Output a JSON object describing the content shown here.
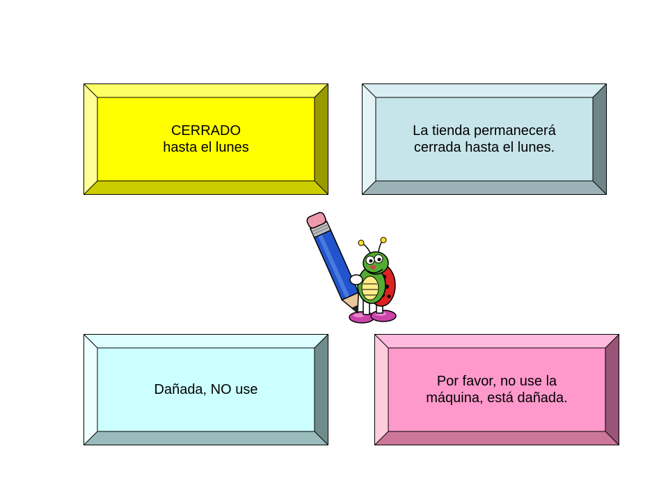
{
  "cards": [
    {
      "id": "closed-short",
      "lines": [
        "CERRADO",
        "hasta el lunes"
      ],
      "face": "#ffff00",
      "top": "#ffff66",
      "left": "#ffff99",
      "right": "#999900",
      "bottom": "#cccc00"
    },
    {
      "id": "closed-long",
      "lines": [
        "La tienda permanecerá",
        "cerrada hasta el lunes."
      ],
      "face": "#c6e5ea",
      "top": "#d8eef2",
      "left": "#e4f3f6",
      "right": "#6f8588",
      "bottom": "#9bb3b7"
    },
    {
      "id": "damaged-short",
      "lines": [
        "Dañada, NO use"
      ],
      "face": "#ccffff",
      "top": "#ddffff",
      "left": "#eeffff",
      "right": "#6f8c8c",
      "bottom": "#99bbbb"
    },
    {
      "id": "damaged-long",
      "lines": [
        "Por favor, no use la",
        "máquina, está dañada."
      ],
      "face": "#ff99cc",
      "top": "#ffbbdd",
      "left": "#ffccdd",
      "right": "#995577",
      "bottom": "#cc7799"
    }
  ],
  "mascot": {
    "icon": "pencil-ladybug-mascot-icon"
  }
}
